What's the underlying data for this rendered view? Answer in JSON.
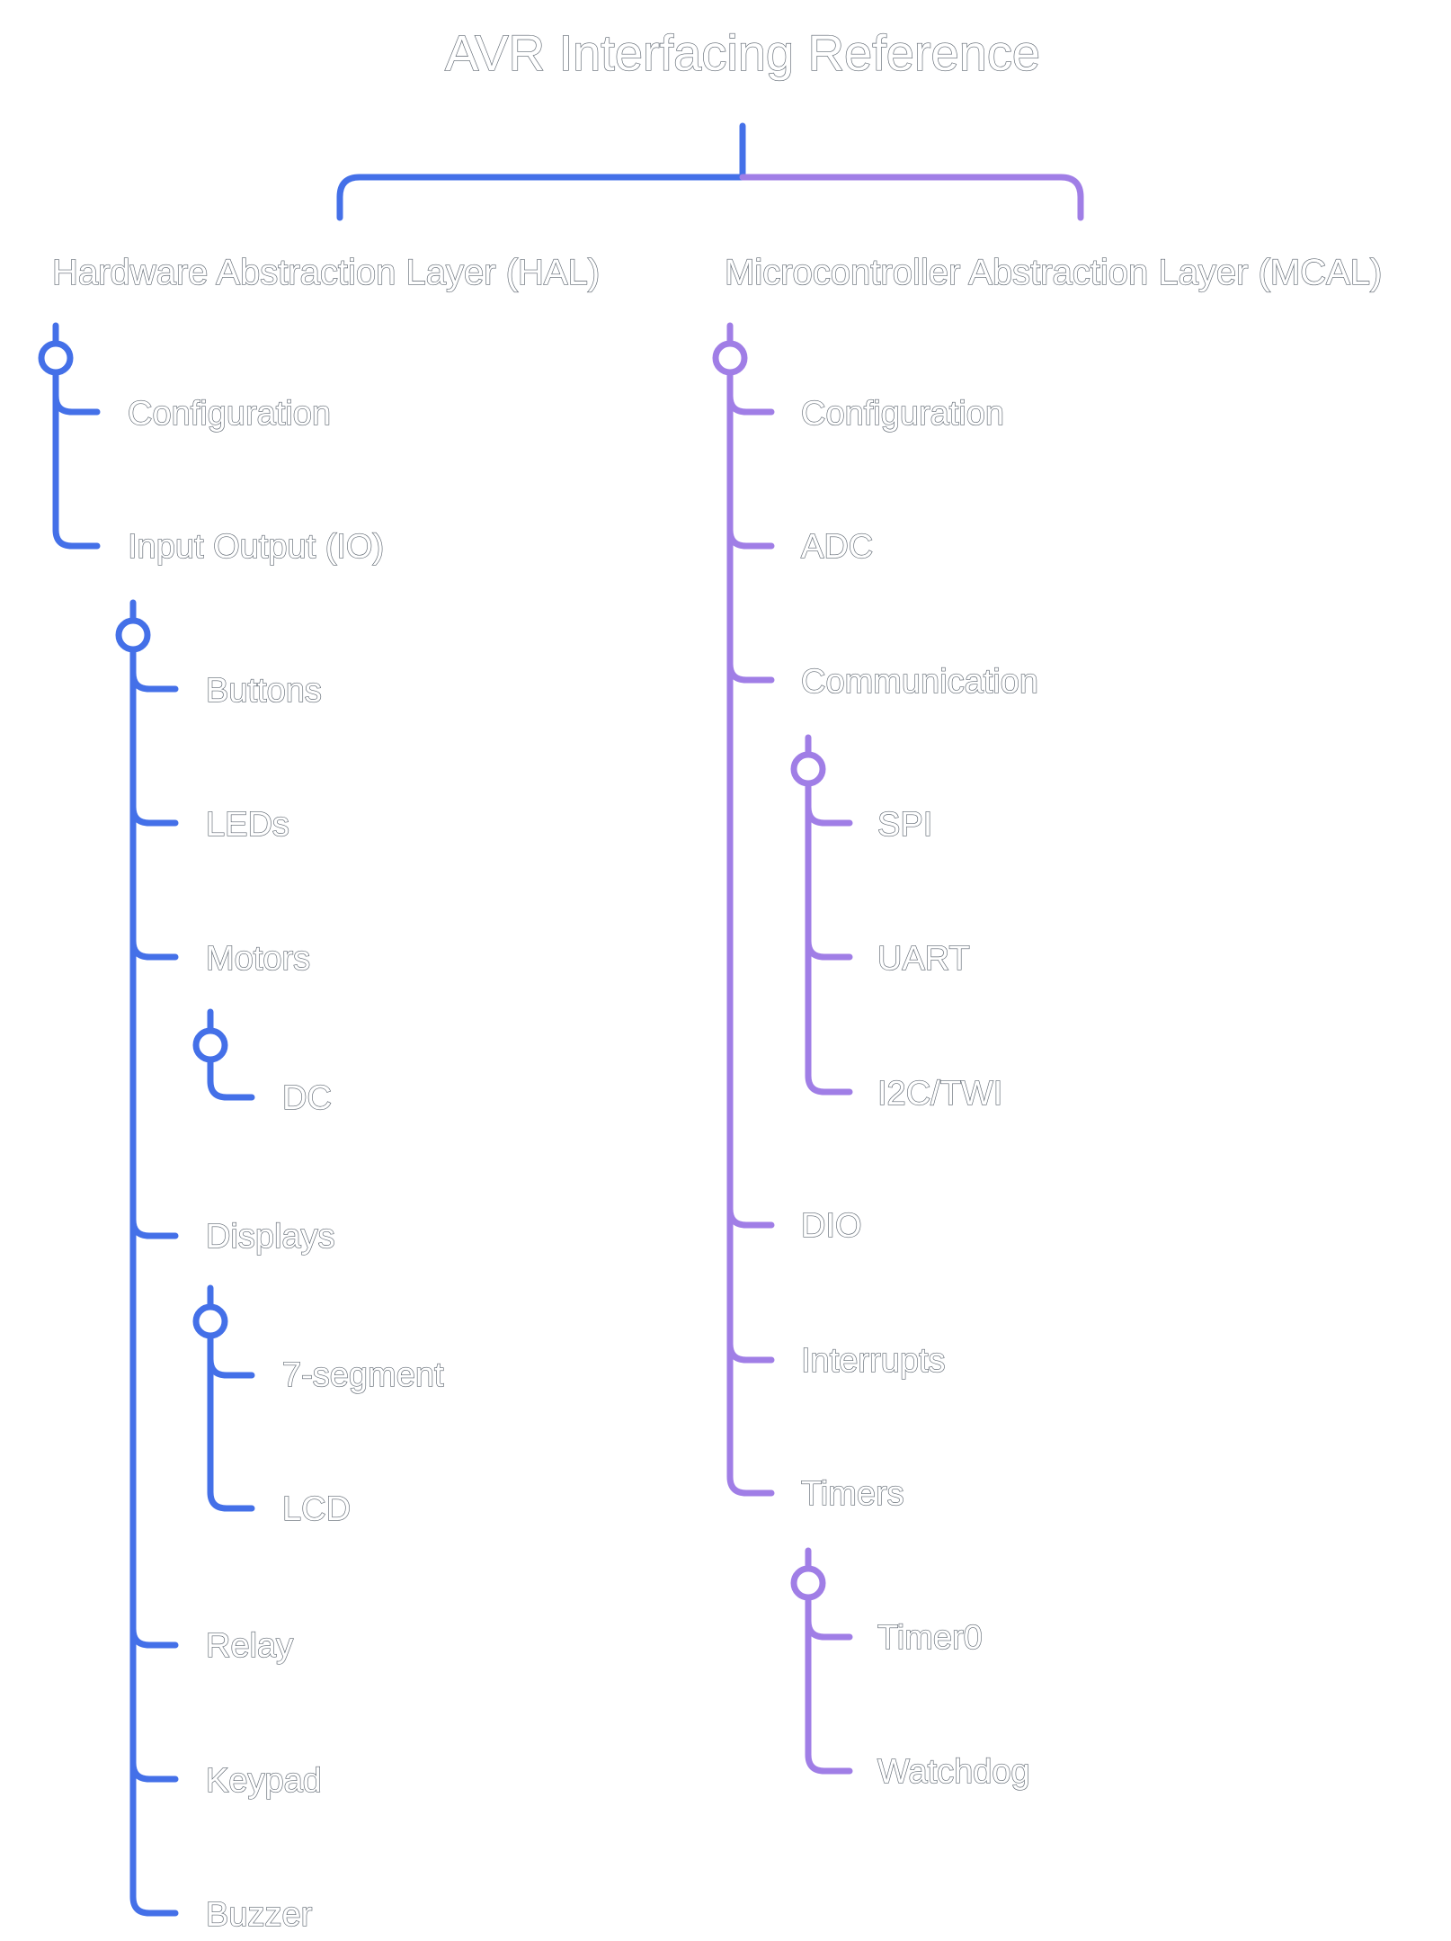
{
  "title": "AVR Interfacing Reference",
  "colors": {
    "hal": "#4470e8",
    "mcal": "#a07ee6"
  },
  "hal": {
    "label": "Hardware Abstraction Layer (HAL)",
    "items": [
      {
        "label": "Configuration"
      },
      {
        "label": "Input Output (IO)",
        "children": [
          {
            "label": "Buttons"
          },
          {
            "label": "LEDs"
          },
          {
            "label": "Motors",
            "children": [
              {
                "label": "DC"
              }
            ]
          },
          {
            "label": "Displays",
            "children": [
              {
                "label": "7-segment"
              },
              {
                "label": "LCD"
              }
            ]
          },
          {
            "label": "Relay"
          },
          {
            "label": "Keypad"
          },
          {
            "label": "Buzzer"
          }
        ]
      }
    ]
  },
  "mcal": {
    "label": "Microcontroller Abstraction Layer (MCAL)",
    "items": [
      {
        "label": "Configuration"
      },
      {
        "label": "ADC"
      },
      {
        "label": "Communication",
        "children": [
          {
            "label": "SPI"
          },
          {
            "label": "UART"
          },
          {
            "label": "I2C/TWI"
          }
        ]
      },
      {
        "label": "DIO"
      },
      {
        "label": "Interrupts"
      },
      {
        "label": "Timers",
        "children": [
          {
            "label": "Timer0"
          },
          {
            "label": "Watchdog"
          }
        ]
      }
    ]
  }
}
